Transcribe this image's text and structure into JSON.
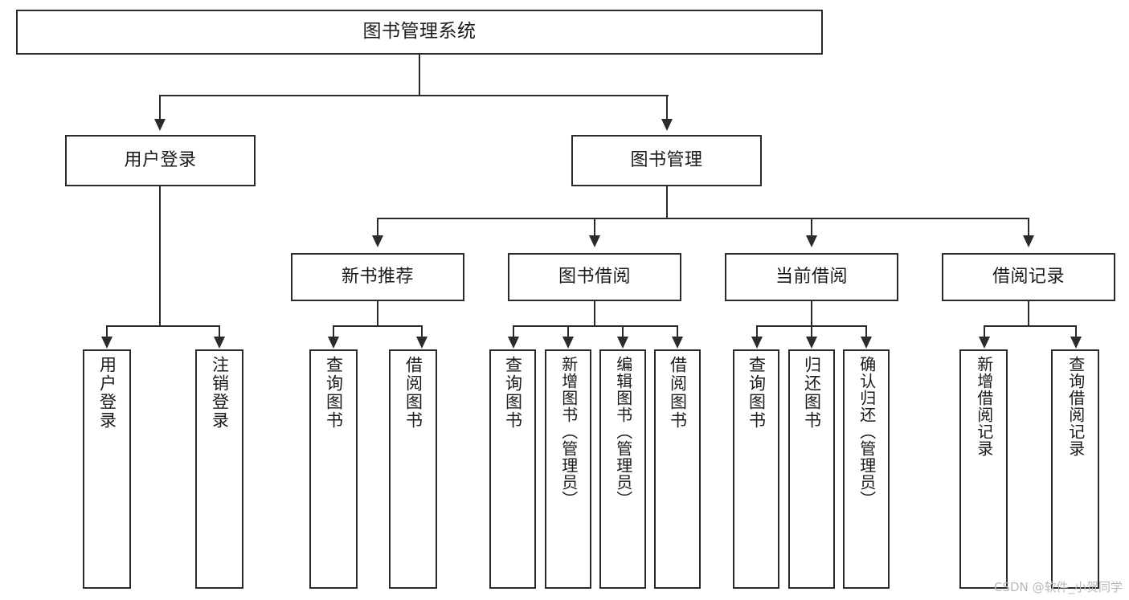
{
  "diagram": {
    "type": "tree-hierarchy-chart",
    "title": "图书管理系统",
    "colors": {
      "box_border": "#2b2b2b",
      "box_fill": "#ffffff",
      "line": "#2b2b2b",
      "text": "#1a1a1a",
      "watermark": "#b9b9b9",
      "background": "#ffffff"
    },
    "root": {
      "label": "图书管理系统"
    },
    "level2": [
      {
        "label": "用户登录"
      },
      {
        "label": "图书管理"
      }
    ],
    "level3": [
      {
        "label": "新书推荐"
      },
      {
        "label": "图书借阅"
      },
      {
        "label": "当前借阅"
      },
      {
        "label": "借阅记录"
      }
    ],
    "leaves": {
      "user_login": [
        {
          "label": "用户登录"
        },
        {
          "label": "注销登录"
        }
      ],
      "new_book_recommend": [
        {
          "label": "查询图书"
        },
        {
          "label": "借阅图书"
        }
      ],
      "book_borrow": [
        {
          "label": "查询图书"
        },
        {
          "label": "新增图书（管理员）"
        },
        {
          "label": "编辑图书（管理员）"
        },
        {
          "label": "借阅图书"
        }
      ],
      "current_borrow": [
        {
          "label": "查询图书"
        },
        {
          "label": "归还图书"
        },
        {
          "label": "确认归还（管理员）"
        }
      ],
      "borrow_record": [
        {
          "label": "新增借阅记录"
        },
        {
          "label": "查询借阅记录"
        }
      ]
    }
  },
  "watermark": {
    "text": "CSDN @软件_小贺同学"
  }
}
